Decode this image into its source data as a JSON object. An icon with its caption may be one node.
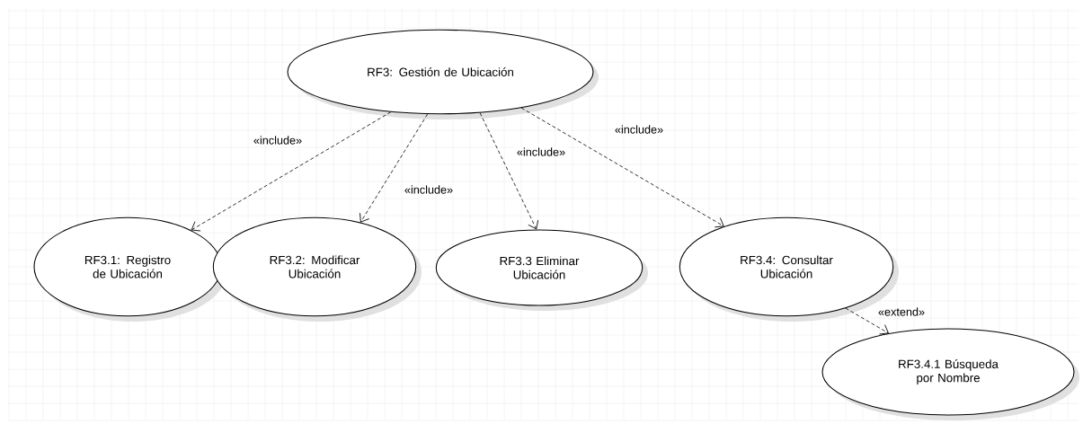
{
  "diagram": {
    "nodes": [
      {
        "text": [
          "RF3: Gestión de Ubicación"
        ]
      },
      {
        "text": [
          "RF3.1: Registro de Ubicación"
        ]
      },
      {
        "text": [
          "RF3.2: Modificar Ubicación"
        ]
      },
      {
        "text": [
          "RF3.3 Eliminar Ubicación"
        ]
      },
      {
        "text": [
          "RF3.4: Consultar Ubicación"
        ]
      },
      {
        "text": [
          "RF3.4.1 Búsqueda por Nombre"
        ]
      }
    ],
    "edges": [
      {
        "from": 0,
        "to": 1,
        "arrow": "to",
        "label": "«include»",
        "style": "dashed"
      },
      {
        "from": 0,
        "to": 2,
        "arrow": "to",
        "label": "«include»",
        "style": "dashed"
      },
      {
        "from": 0,
        "to": 3,
        "arrow": "to",
        "label": "«include»",
        "style": "dashed"
      },
      {
        "from": 0,
        "to": 4,
        "arrow": "to",
        "label": "«include»",
        "style": "dashed"
      },
      {
        "from": 4,
        "to": 5,
        "arrow": "to",
        "label": "«extend»",
        "style": "dashed"
      }
    ]
  }
}
